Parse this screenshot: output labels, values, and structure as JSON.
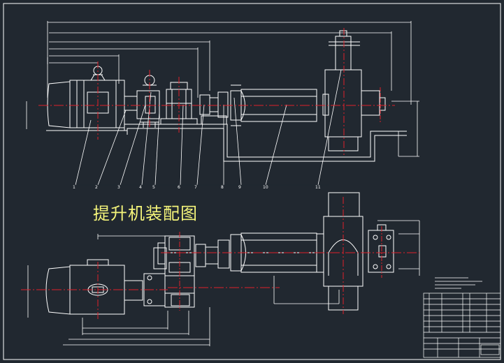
{
  "drawing": {
    "title": "提升机装配图",
    "colors": {
      "background": "#212830",
      "line": "#ffffff",
      "center_line": "#e0202a",
      "dimension": "#ffffff",
      "title_text": "#f4f47a"
    },
    "balloon_labels": [
      "1",
      "2",
      "3",
      "4",
      "5",
      "6",
      "7",
      "8",
      "9",
      "10",
      "11"
    ]
  }
}
